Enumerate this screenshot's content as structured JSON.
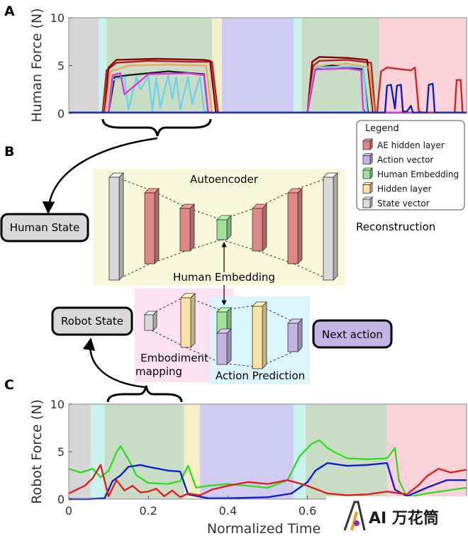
{
  "panels": {
    "a": "A",
    "b": "B",
    "c": "C"
  },
  "colors": {
    "state_vector": "#d9d9d9",
    "action_vector": "#c3b4e3",
    "human_embedding": "#9fe39a",
    "hidden_layer": "#f7e3a8",
    "ae_hidden_layer": "#de8787",
    "seg_gray": "#d6d6d6",
    "seg_cyan": "#c9f2ee",
    "seg_green": "#c9ddc6",
    "seg_yellow": "#f4efc9",
    "seg_purple": "#cfcbf2",
    "seg_pink": "#fbd2da"
  },
  "legend": {
    "title": "Legend",
    "items": [
      {
        "label": "AE hidden layer",
        "color": "#de8787"
      },
      {
        "label": "Action vector",
        "color": "#c3b4e3"
      },
      {
        "label": "Human Embedding",
        "color": "#9fe39a"
      },
      {
        "label": "Hidden layer",
        "color": "#f7e3a8"
      },
      {
        "label": "State vector",
        "color": "#d9d9d9"
      }
    ]
  },
  "diagram": {
    "human_state": "Human State",
    "robot_state": "Robot State",
    "next_action": "Next action",
    "autoencoder": "Autoencoder",
    "reconstruction": "Reconstruction",
    "human_embedding": "Human Embedding",
    "embodiment_mapping_line1": "Embodiment",
    "embodiment_mapping_line2": "mapping",
    "action_prediction": "Action Prediction"
  },
  "chart_data": [
    {
      "type": "line",
      "panel": "A",
      "ylabel": "Human Force (N)",
      "ylim": [
        0,
        10
      ],
      "xlim": [
        0,
        1
      ],
      "yticks": [
        "0",
        "5",
        "10"
      ],
      "phases": [
        {
          "x0": 0.0,
          "x1": 0.075,
          "color": "#d6d6d6"
        },
        {
          "x0": 0.075,
          "x1": 0.095,
          "color": "#c9f2ee"
        },
        {
          "x0": 0.095,
          "x1": 0.36,
          "color": "#c9ddc6"
        },
        {
          "x0": 0.36,
          "x1": 0.385,
          "color": "#f4efc9"
        },
        {
          "x0": 0.385,
          "x1": 0.565,
          "color": "#cfcbf2"
        },
        {
          "x0": 0.565,
          "x1": 0.585,
          "color": "#c9f2ee"
        },
        {
          "x0": 0.585,
          "x1": 0.78,
          "color": "#c9ddc6"
        },
        {
          "x0": 0.78,
          "x1": 1.0,
          "color": "#fbd2da"
        }
      ],
      "series": [
        {
          "color": "#b22222",
          "x": [
            0,
            0.085,
            0.095,
            0.12,
            0.2,
            0.3,
            0.36,
            0.375,
            0.6,
            0.615,
            0.63,
            0.7,
            0.76,
            0.77,
            1.0
          ],
          "y": [
            0.1,
            0.1,
            4.5,
            5.3,
            5.5,
            5.4,
            5.4,
            0.1,
            0.1,
            5.0,
            5.5,
            5.6,
            5.3,
            0.1,
            0.1
          ]
        },
        {
          "color": "#8b0000",
          "x": [
            0,
            0.09,
            0.1,
            0.12,
            0.22,
            0.34,
            0.355,
            0.37,
            0.6,
            0.612,
            0.63,
            0.7,
            0.75,
            0.765,
            1.0
          ],
          "y": [
            0.05,
            0.05,
            4.8,
            5.6,
            5.7,
            5.6,
            5.5,
            0.05,
            0.05,
            5.4,
            5.9,
            5.8,
            5.6,
            0.05,
            0.05
          ]
        },
        {
          "color": "#f4a460",
          "x": [
            0,
            0.092,
            0.105,
            0.15,
            0.25,
            0.345,
            0.36,
            0.6,
            0.618,
            0.7,
            0.755,
            0.768,
            1.0
          ],
          "y": [
            0.1,
            0.1,
            4.4,
            5.0,
            5.1,
            5.0,
            0.1,
            0.1,
            4.9,
            5.2,
            4.8,
            0.1,
            0.1
          ]
        },
        {
          "color": "#1f1f1f",
          "x": [
            0,
            0.1,
            0.115,
            0.15,
            0.25,
            0.34,
            0.35,
            0.6,
            0.62,
            0.66,
            0.74,
            0.752,
            1.0
          ],
          "y": [
            0.1,
            0.1,
            3.8,
            4.0,
            4.4,
            4.1,
            0.1,
            0.1,
            4.7,
            5.0,
            4.6,
            0.1,
            0.1
          ]
        },
        {
          "color": "#6cd3e8",
          "x": [
            0,
            0.1,
            0.11,
            0.14,
            0.15,
            0.17,
            0.18,
            0.2,
            0.21,
            0.22,
            0.23,
            0.25,
            0.26,
            0.27,
            0.28,
            0.3,
            0.31,
            0.33,
            0.34,
            0.35,
            0.6,
            0.62,
            0.7,
            0.74,
            0.75,
            1.0
          ],
          "y": [
            0.1,
            0.1,
            3.5,
            3.8,
            0.4,
            3.8,
            2.5,
            3.9,
            0.3,
            3.7,
            0.6,
            4.0,
            1.5,
            3.8,
            0.4,
            3.8,
            1.0,
            3.8,
            0.3,
            0.1,
            0.1,
            4.8,
            4.9,
            4.8,
            0.1,
            0.1
          ]
        },
        {
          "color": "#d63ad6",
          "x": [
            0,
            0.1,
            0.11,
            0.13,
            0.14,
            0.2,
            0.3,
            0.34,
            0.35,
            0.6,
            0.62,
            0.7,
            0.735,
            0.74,
            0.745,
            1.0
          ],
          "y": [
            0.1,
            0.1,
            4.0,
            4.2,
            2.0,
            4.1,
            4.2,
            4.0,
            0.1,
            0.1,
            4.6,
            4.7,
            4.5,
            0.5,
            0.1,
            0.1
          ]
        },
        {
          "color": "#d42323",
          "x": [
            0,
            0.775,
            0.785,
            0.8,
            0.86,
            0.87,
            0.88,
            0.89,
            0.97,
            0.975,
            0.985,
            0.99,
            1.0
          ],
          "y": [
            0.1,
            0.1,
            4.4,
            4.8,
            4.5,
            4.8,
            0.2,
            0.1,
            0.1,
            3.5,
            3.5,
            0.1,
            0.1
          ]
        },
        {
          "color": "#1020b0",
          "x": [
            0,
            0.795,
            0.8,
            0.81,
            0.82,
            0.825,
            0.835,
            0.84,
            0.85,
            0.86,
            0.865,
            0.9,
            0.905,
            0.915,
            0.92,
            1.0
          ],
          "y": [
            0.1,
            0.1,
            2.9,
            3.0,
            0.5,
            2.9,
            3.0,
            0.2,
            0.2,
            0.8,
            0.1,
            0.1,
            3.0,
            3.1,
            0.1,
            0.1
          ]
        }
      ]
    },
    {
      "type": "line",
      "panel": "C",
      "ylabel": "Robot Force (N)",
      "xlabel": "Normalized Time",
      "ylim": [
        0,
        10
      ],
      "xlim": [
        0,
        1
      ],
      "yticks": [
        "0",
        "5",
        "10"
      ],
      "xticks": [
        {
          "v": 0,
          "label": "0"
        },
        {
          "v": 0.2,
          "label": "0.2"
        },
        {
          "v": 0.4,
          "label": "0.4"
        },
        {
          "v": 0.6,
          "label": "0.6"
        }
      ],
      "phases": [
        {
          "x0": 0.0,
          "x1": 0.055,
          "color": "#d6d6d6"
        },
        {
          "x0": 0.055,
          "x1": 0.09,
          "color": "#c9f2ee"
        },
        {
          "x0": 0.09,
          "x1": 0.29,
          "color": "#c9ddc6"
        },
        {
          "x0": 0.29,
          "x1": 0.33,
          "color": "#f4efc9"
        },
        {
          "x0": 0.33,
          "x1": 0.565,
          "color": "#cfcbf2"
        },
        {
          "x0": 0.565,
          "x1": 0.595,
          "color": "#c9f2ee"
        },
        {
          "x0": 0.595,
          "x1": 0.8,
          "color": "#c9ddc6"
        },
        {
          "x0": 0.8,
          "x1": 1.0,
          "color": "#fbd2da"
        }
      ],
      "series": [
        {
          "color": "#33dd22",
          "x": [
            0,
            0.03,
            0.06,
            0.08,
            0.1,
            0.12,
            0.13,
            0.15,
            0.17,
            0.2,
            0.25,
            0.28,
            0.3,
            0.32,
            0.35,
            0.4,
            0.5,
            0.55,
            0.58,
            0.61,
            0.63,
            0.65,
            0.67,
            0.7,
            0.75,
            0.8,
            0.82,
            0.83,
            0.85,
            0.9,
            1.0
          ],
          "y": [
            3.2,
            2.8,
            3.2,
            2.3,
            3.0,
            4.9,
            5.6,
            4.2,
            2.5,
            1.7,
            1.6,
            1.9,
            3.5,
            1.2,
            1.4,
            1.6,
            1.2,
            2.0,
            4.5,
            5.8,
            6.2,
            5.4,
            4.9,
            4.3,
            4.2,
            4.3,
            5.4,
            2.0,
            0.2,
            0.6,
            1.2
          ]
        },
        {
          "color": "#1020c8",
          "x": [
            0,
            0.05,
            0.09,
            0.11,
            0.13,
            0.15,
            0.18,
            0.2,
            0.25,
            0.28,
            0.3,
            0.35,
            0.4,
            0.5,
            0.56,
            0.6,
            0.62,
            0.65,
            0.7,
            0.75,
            0.8,
            0.82,
            0.85,
            0.9,
            0.95,
            1.0
          ],
          "y": [
            0,
            0,
            0.1,
            1.9,
            2.5,
            3.4,
            3.6,
            3.4,
            3.0,
            2.9,
            0.5,
            0.1,
            0.1,
            0.2,
            0.6,
            1.8,
            3.0,
            3.8,
            3.5,
            3.6,
            3.8,
            1.0,
            0.3,
            1.2,
            2.0,
            2.0
          ]
        },
        {
          "color": "#dd2020",
          "x": [
            0,
            0.02,
            0.04,
            0.06,
            0.08,
            0.1,
            0.12,
            0.14,
            0.16,
            0.18,
            0.2,
            0.22,
            0.24,
            0.26,
            0.28,
            0.3,
            0.33,
            0.36,
            0.4,
            0.45,
            0.5,
            0.55,
            0.6,
            0.65,
            0.7,
            0.75,
            0.8,
            0.85,
            0.88,
            0.9,
            0.93,
            0.96,
            1.0
          ],
          "y": [
            0.6,
            1.0,
            1.4,
            2.2,
            3.6,
            0.3,
            2.0,
            0.9,
            1.4,
            0.7,
            0.8,
            1.1,
            0.3,
            0.9,
            0.2,
            0.6,
            0.4,
            1.0,
            1.4,
            1.8,
            1.6,
            2.0,
            1.4,
            0.6,
            0.4,
            0.5,
            0.8,
            0.5,
            1.5,
            2.4,
            3.2,
            2.8,
            3.1
          ]
        }
      ]
    }
  ]
}
